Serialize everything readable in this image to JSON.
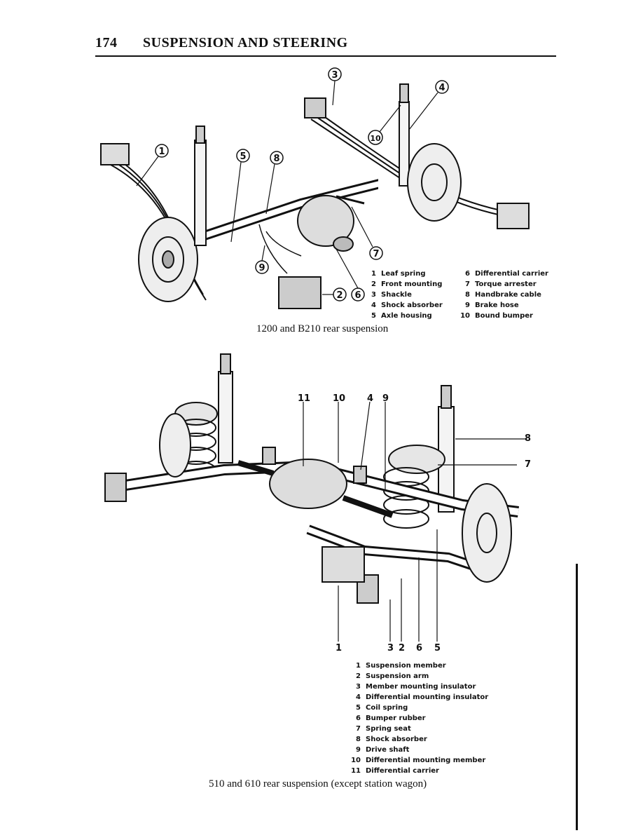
{
  "header": {
    "page_number": "174",
    "title": "SUSPENSION AND STEERING"
  },
  "figure1": {
    "caption": "1200 and B210 rear suspension",
    "callouts": [
      "1",
      "2",
      "3",
      "4",
      "5",
      "6",
      "7",
      "8",
      "9",
      "10"
    ],
    "legend_left": [
      {
        "num": "1",
        "label": "Leaf spring"
      },
      {
        "num": "2",
        "label": "Front mounting"
      },
      {
        "num": "3",
        "label": "Shackle"
      },
      {
        "num": "4",
        "label": "Shock absorber"
      },
      {
        "num": "5",
        "label": "Axle housing"
      }
    ],
    "legend_right": [
      {
        "num": "6",
        "label": "Differential carrier"
      },
      {
        "num": "7",
        "label": "Torque arrester"
      },
      {
        "num": "8",
        "label": "Handbrake cable"
      },
      {
        "num": "9",
        "label": "Brake hose"
      },
      {
        "num": "10",
        "label": "Bound bumper"
      }
    ]
  },
  "figure2": {
    "caption": "510 and 610 rear suspension (except station wagon)",
    "callouts_top": [
      "11",
      "10",
      "4",
      "9"
    ],
    "callouts_right": [
      "8",
      "7"
    ],
    "callouts_bottom": [
      "1",
      "3",
      "2",
      "6",
      "5"
    ],
    "legend": [
      {
        "num": "1",
        "label": "Suspension member"
      },
      {
        "num": "2",
        "label": "Suspension arm"
      },
      {
        "num": "3",
        "label": "Member mounting insulator"
      },
      {
        "num": "4",
        "label": "Differential mounting insulator"
      },
      {
        "num": "5",
        "label": "Coil spring"
      },
      {
        "num": "6",
        "label": "Bumper rubber"
      },
      {
        "num": "7",
        "label": "Spring seat"
      },
      {
        "num": "8",
        "label": "Shock absorber"
      },
      {
        "num": "9",
        "label": "Drive shaft"
      },
      {
        "num": "10",
        "label": "Differential mounting member"
      },
      {
        "num": "11",
        "label": "Differential carrier"
      }
    ]
  }
}
